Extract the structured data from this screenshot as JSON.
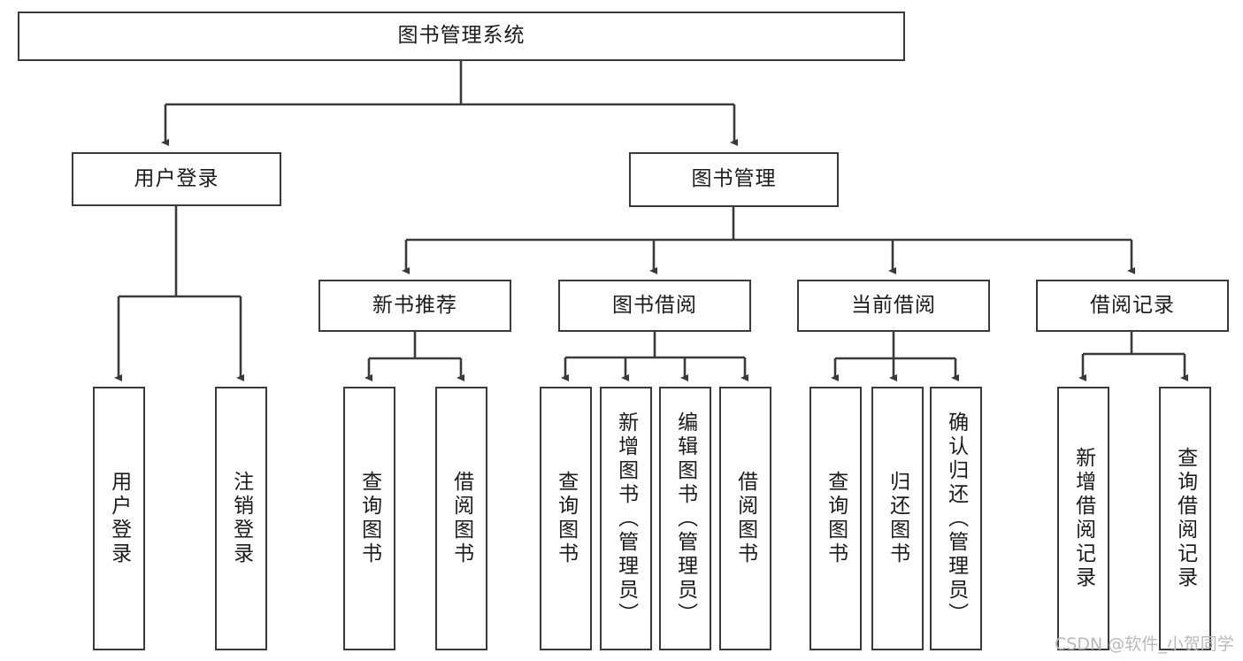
{
  "diagram": {
    "type": "tree",
    "title": "图书管理系统",
    "watermark": "CSDN @软件_小贺同学",
    "colors": {
      "box_border": "#3a3a3a",
      "box_fill": "#ffffff",
      "edge": "#3a3a3a",
      "text": "#1b1b1b",
      "watermark": "#b9b9b9",
      "background": "#ffffff"
    },
    "nodes": {
      "root": {
        "label": "图书管理系统"
      },
      "level2": [
        {
          "label": "用户登录"
        },
        {
          "label": "图书管理"
        }
      ],
      "level3": [
        {
          "label": "新书推荐"
        },
        {
          "label": "图书借阅"
        },
        {
          "label": "当前借阅"
        },
        {
          "label": "借阅记录"
        }
      ],
      "leaves_user_login": [
        {
          "label": "用户登录"
        },
        {
          "label": "注销登录"
        }
      ],
      "leaves_new_book": [
        {
          "label": "查询图书"
        },
        {
          "label": "借阅图书"
        }
      ],
      "leaves_borrow": [
        {
          "label": "查询图书"
        },
        {
          "label": "新增图书（管理员）"
        },
        {
          "label": "编辑图书（管理员）"
        },
        {
          "label": "借阅图书"
        }
      ],
      "leaves_current": [
        {
          "label": "查询图书"
        },
        {
          "label": "归还图书"
        },
        {
          "label": "确认归还（管理员）"
        }
      ],
      "leaves_records": [
        {
          "label": "新增借阅记录"
        },
        {
          "label": "查询借阅记录"
        }
      ]
    }
  }
}
